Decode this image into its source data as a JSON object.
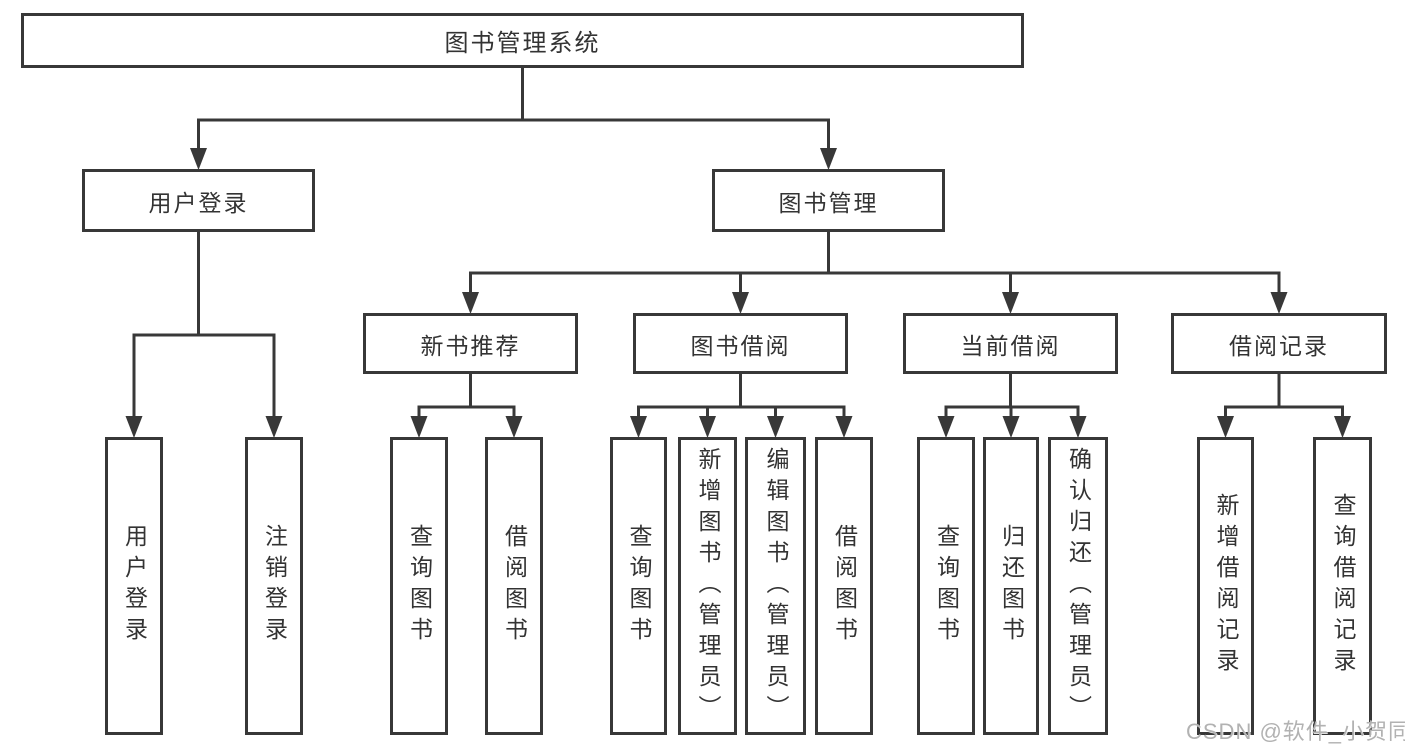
{
  "diagram": {
    "title": "图书管理系统",
    "nodes": [
      {
        "id": "root",
        "label": "图书管理系统"
      },
      {
        "id": "login",
        "label": "用户登录"
      },
      {
        "id": "mgmt",
        "label": "图书管理"
      },
      {
        "id": "rec",
        "label": "新书推荐"
      },
      {
        "id": "borrow",
        "label": "图书借阅"
      },
      {
        "id": "current",
        "label": "当前借阅"
      },
      {
        "id": "record",
        "label": "借阅记录"
      },
      {
        "id": "login-user",
        "label": "用户登录"
      },
      {
        "id": "login-logout",
        "label": "注销登录"
      },
      {
        "id": "rec-query",
        "label": "查询图书"
      },
      {
        "id": "rec-borrow",
        "label": "借阅图书"
      },
      {
        "id": "borrow-query",
        "label": "查询图书"
      },
      {
        "id": "borrow-add",
        "label": "新增图书（管理员）"
      },
      {
        "id": "borrow-edit",
        "label": "编辑图书（管理员）"
      },
      {
        "id": "borrow-borrow",
        "label": "借阅图书"
      },
      {
        "id": "current-query",
        "label": "查询图书"
      },
      {
        "id": "current-return",
        "label": "归还图书"
      },
      {
        "id": "current-confirm",
        "label": "确认归还（管理员）"
      },
      {
        "id": "record-add",
        "label": "新增借阅记录"
      },
      {
        "id": "record-query",
        "label": "查询借阅记录"
      }
    ],
    "edges": [
      [
        "root",
        "login"
      ],
      [
        "root",
        "mgmt"
      ],
      [
        "login",
        "login-user"
      ],
      [
        "login",
        "login-logout"
      ],
      [
        "mgmt",
        "rec"
      ],
      [
        "mgmt",
        "borrow"
      ],
      [
        "mgmt",
        "current"
      ],
      [
        "mgmt",
        "record"
      ],
      [
        "rec",
        "rec-query"
      ],
      [
        "rec",
        "rec-borrow"
      ],
      [
        "borrow",
        "borrow-query"
      ],
      [
        "borrow",
        "borrow-add"
      ],
      [
        "borrow",
        "borrow-edit"
      ],
      [
        "borrow",
        "borrow-borrow"
      ],
      [
        "current",
        "current-query"
      ],
      [
        "current",
        "current-return"
      ],
      [
        "current",
        "current-confirm"
      ],
      [
        "record",
        "record-add"
      ],
      [
        "record",
        "record-query"
      ]
    ]
  },
  "colors": {
    "line": "#383838",
    "box_border": "#383838",
    "box_fill": "#ffffff",
    "text": "#333333",
    "background": "#ffffff",
    "watermark": "#b2b2b2"
  },
  "watermark": {
    "text": "CSDN @软件_小贺同学"
  }
}
